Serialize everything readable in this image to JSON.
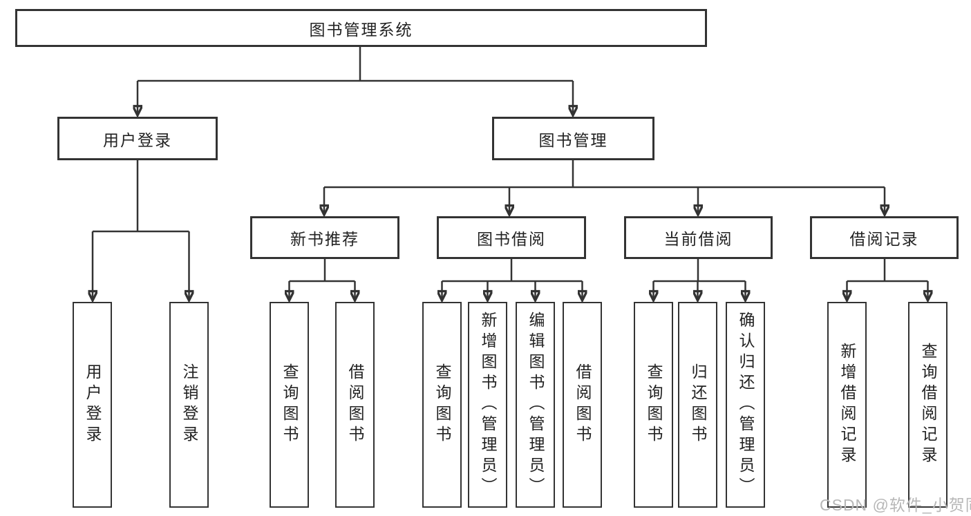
{
  "diagram": {
    "watermark": "CSDN @软件_小贺同学",
    "colors": {
      "background": "#ffffff",
      "box_fill": "#ffffff",
      "box_border": "#333333",
      "line": "#333333",
      "text": "#222222",
      "watermark": "#b7b7b7"
    },
    "nodes": {
      "root": {
        "label": "图书管理系统"
      },
      "level2": [
        {
          "label": "用户登录"
        },
        {
          "label": "图书管理"
        }
      ],
      "level3": [
        {
          "label": "新书推荐"
        },
        {
          "label": "图书借阅"
        },
        {
          "label": "当前借阅"
        },
        {
          "label": "借阅记录"
        }
      ],
      "leaves": {
        "user_login": [
          {
            "label": "用户登录"
          },
          {
            "label": "注销登录"
          }
        ],
        "new_book_recommend": [
          {
            "label": "查询图书"
          },
          {
            "label": "借阅图书"
          }
        ],
        "book_borrow": [
          {
            "label": "查询图书"
          },
          {
            "label": "新增图书（管理员）"
          },
          {
            "label": "编辑图书（管理员）"
          },
          {
            "label": "借阅图书"
          }
        ],
        "current_borrow": [
          {
            "label": "查询图书"
          },
          {
            "label": "归还图书"
          },
          {
            "label": "确认归还（管理员）"
          }
        ],
        "borrow_record": [
          {
            "label": "新增借阅记录"
          },
          {
            "label": "查询借阅记录"
          }
        ]
      }
    }
  }
}
